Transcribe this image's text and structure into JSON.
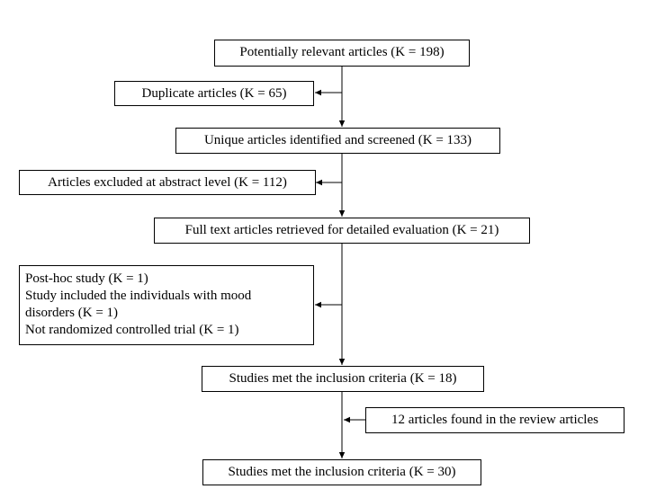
{
  "flowchart": {
    "main_steps": [
      "Potentially relevant articles (K = 198)",
      "Unique articles identified and screened (K = 133)",
      "Full text articles retrieved for detailed evaluation (K = 21)",
      "Studies met the inclusion criteria (K = 18)",
      "Studies met the inclusion criteria (K = 30)"
    ],
    "side_boxes": {
      "duplicates": "Duplicate articles (K = 65)",
      "abstract_excluded": "Articles excluded at abstract level (K = 112)",
      "fulltext_excluded": [
        "Post-hoc study (K = 1)",
        "Study included the individuals with mood",
        "disorders (K = 1)",
        "Not randomized controlled trial (K = 1)"
      ],
      "review_added": "12 articles found in the review articles"
    }
  }
}
